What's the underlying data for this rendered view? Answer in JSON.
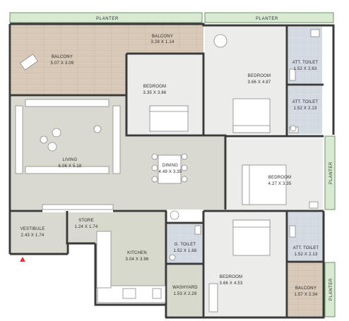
{
  "colors": {
    "planter": "#d9ead3",
    "balcony_wood": "#d6c7b6",
    "living": "#d8d8ce",
    "bedroom": "#ebebe8",
    "toilet": "#d6dde3",
    "kitchen": "#d5d8ca",
    "entry_marker": "#e0303a"
  },
  "planters": {
    "top_left": "PLANTER",
    "top_right": "PLANTER",
    "right_upper": "PLANTER",
    "right_lower": "PLANTER"
  },
  "rooms": {
    "balcony_top": {
      "name": "BALCONY",
      "size": "3.28 X 1.14"
    },
    "balcony_left": {
      "name": "BALCONY",
      "size": "5.07 X 3.09"
    },
    "bedroom_1": {
      "name": "BEDROOM",
      "size": "3.35 X 3.66"
    },
    "bedroom_2": {
      "name": "BEDROOM",
      "size": "3.66 X 4.87"
    },
    "att_toilet_1": {
      "name": "ATT. TOILET",
      "size": "1.52 X 2.63"
    },
    "att_toilet_2": {
      "name": "ATT. TOILET",
      "size": "1.52 X 2.13"
    },
    "living": {
      "name": "LIVING",
      "size": "6.06 X 5.18"
    },
    "dining": {
      "name": "DINING",
      "size": "4.49 X 3.35"
    },
    "bedroom_3": {
      "name": "BEDROOM",
      "size": "4.27 X 3.35"
    },
    "vestibule": {
      "name": "VESTIBULE",
      "size": "2.43 X 1.74"
    },
    "store": {
      "name": "STORE",
      "size": "1.24 X 1.74"
    },
    "kitchen": {
      "name": "KITCHEN",
      "size": "3.04 X 3.96"
    },
    "g_toilet": {
      "name": "G. TOILET",
      "size": "1.52 X 1.68"
    },
    "att_toilet_3": {
      "name": "ATT. TOILET",
      "size": "1.52 X 2.13"
    },
    "washyard": {
      "name": "WASHYARD",
      "size": "1.53 X 2.29"
    },
    "bedroom_4": {
      "name": "BEDROOM",
      "size": "3.66 X 4.53"
    },
    "balcony_right": {
      "name": "BALCONY",
      "size": "1.57 X 2.34"
    }
  }
}
